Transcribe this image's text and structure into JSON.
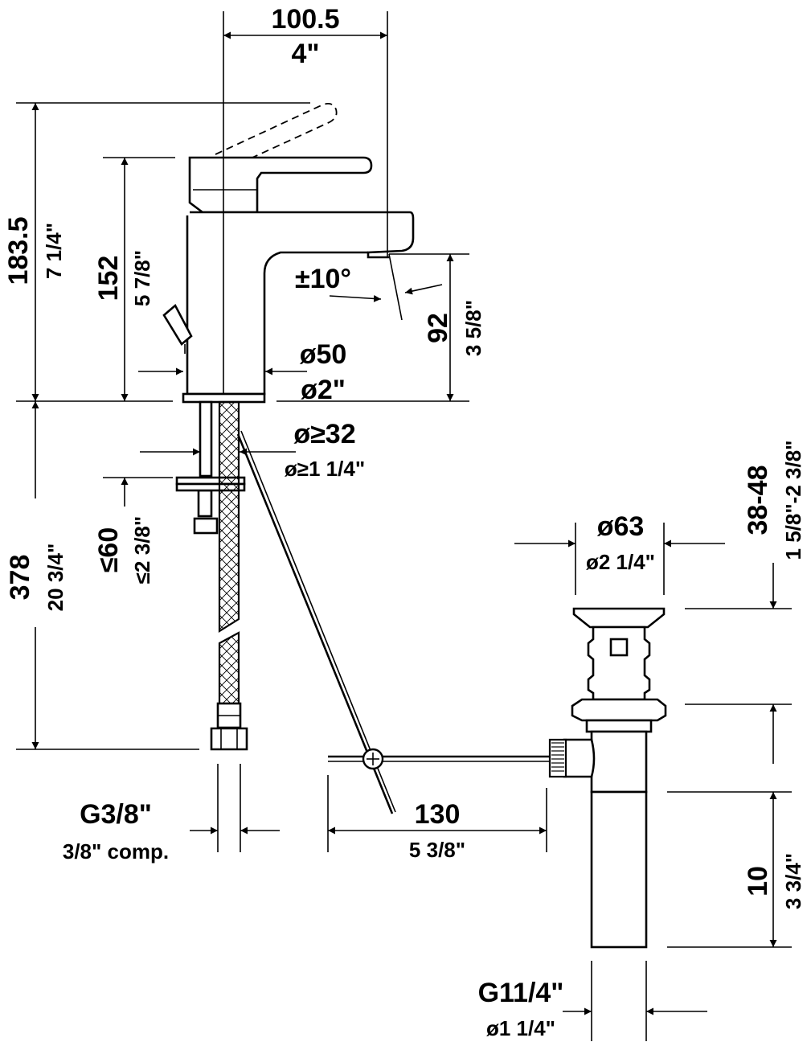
{
  "dimensions": {
    "width_top": {
      "main": "100.5",
      "sub": "4\""
    },
    "height_total": {
      "main": "183.5",
      "sub": "7 1/4\""
    },
    "height_spout": {
      "main": "152",
      "sub": "5 7/8\""
    },
    "swivel": {
      "main": "±10°"
    },
    "height_outlet": {
      "main": "92",
      "sub": "3 5/8\""
    },
    "base_diameter": {
      "main": "ø50",
      "sub": "ø2\""
    },
    "hole_diameter": {
      "main": "ø≥32",
      "sub": "ø≥1 1/4\""
    },
    "deck_thickness": {
      "main": "≤60",
      "sub": "≤2 3/8\""
    },
    "hose_length": {
      "main": "378",
      "sub": "20 3/4\""
    },
    "connection": {
      "main": "G3/8\"",
      "sub": "3/8\" comp."
    },
    "rod_offset": {
      "main": "130",
      "sub": "5 3/8\""
    },
    "drain_head": {
      "main": "ø63",
      "sub": "ø2 1/4\""
    },
    "drain_range": {
      "main": "38-48",
      "sub": "1 5/8\"-2 3/8\""
    },
    "drain_tail": {
      "main": "10",
      "sub": "3 3/4\""
    },
    "drain_thread": {
      "main": "G11/4\"",
      "sub": "ø1 1/4\""
    }
  }
}
